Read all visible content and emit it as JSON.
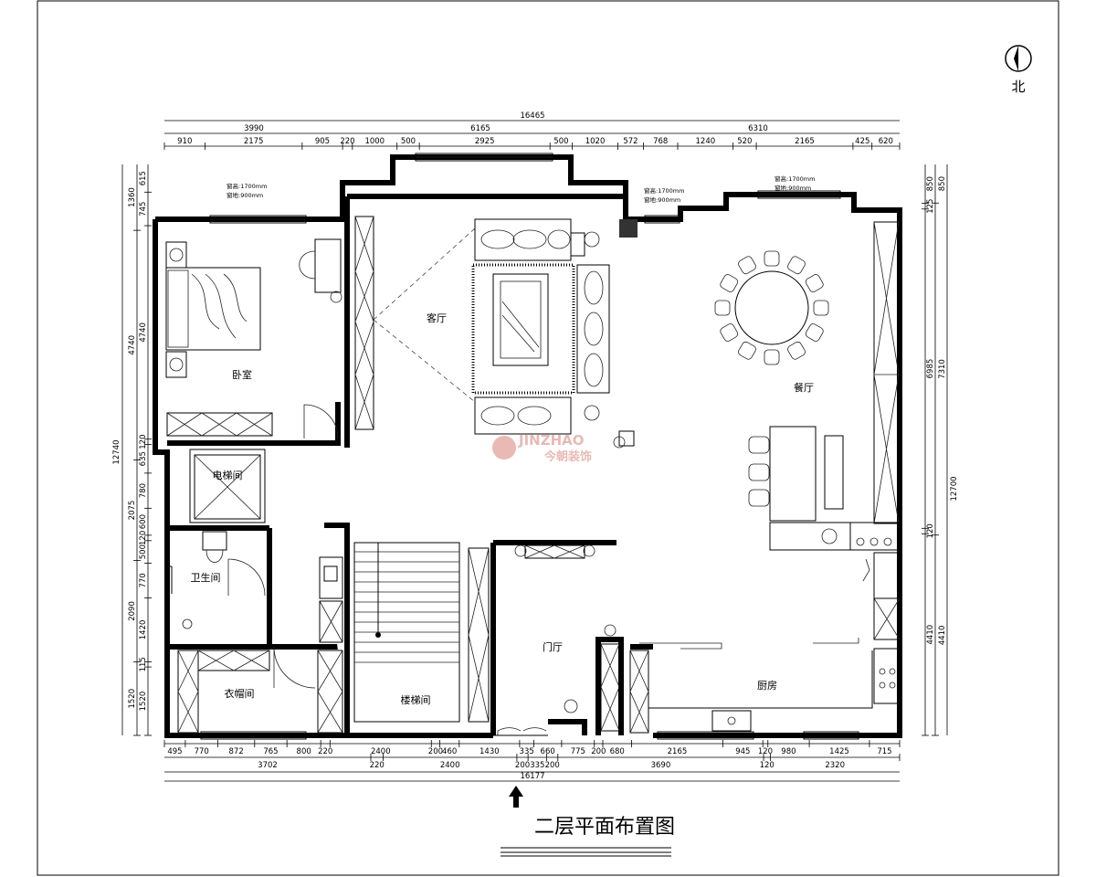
{
  "title": "二层平面布置图",
  "north_label": "北",
  "watermark": {
    "brand_latin": "JINZHAO",
    "brand_cn": "今朝装饰",
    "color": "#c0392b"
  },
  "rooms": {
    "bedroom": "卧室",
    "living": "客厅",
    "dining": "餐厅",
    "elevator": "电梯间",
    "bathroom": "卫生间",
    "closet": "衣帽间",
    "stair": "楼梯间",
    "foyer": "门厅",
    "kitchen": "厨房"
  },
  "notes": {
    "n1a": "窗高:1700mm",
    "n1b": "窗地:900mm",
    "n2a": "窗高:1700mm",
    "n2b": "窗地:900mm",
    "n3a": "窗高:1700mm",
    "n3b": "窗地:900mm"
  },
  "dimensions": {
    "top_total": "16465",
    "top_mid": [
      "3990",
      "6165",
      "6310"
    ],
    "top_detail": [
      "910",
      "2175",
      "905",
      "220",
      "1000",
      "500",
      "2925",
      "500",
      "1020",
      "572",
      "768",
      "1240",
      "520",
      "2165",
      "425",
      "620"
    ],
    "bottom_detail": [
      "495",
      "770",
      "872",
      "765",
      "800",
      "220",
      "2400",
      "200",
      "460",
      "1430",
      "335",
      "660",
      "775",
      "200",
      "680",
      "2165",
      "945",
      "120",
      "980",
      "1425",
      "715"
    ],
    "bottom_mid": [
      "3702",
      "220",
      "2400",
      "200",
      "335",
      "200",
      "3690",
      "120",
      "2320"
    ],
    "bottom_total": "16177",
    "left_outer": "12740",
    "left_mid": [
      "1360",
      "4740",
      "2075",
      "2090",
      "1520"
    ],
    "left_detail": [
      "615",
      "745",
      "4740",
      "120",
      "635",
      "780",
      "600",
      "120",
      "500",
      "770",
      "1420",
      "115",
      "1520"
    ],
    "right_outer": "12700",
    "right_mid": [
      "850",
      "7310",
      "4410"
    ],
    "right_detail": [
      "850",
      "125",
      "6985",
      "120",
      "4410"
    ]
  }
}
